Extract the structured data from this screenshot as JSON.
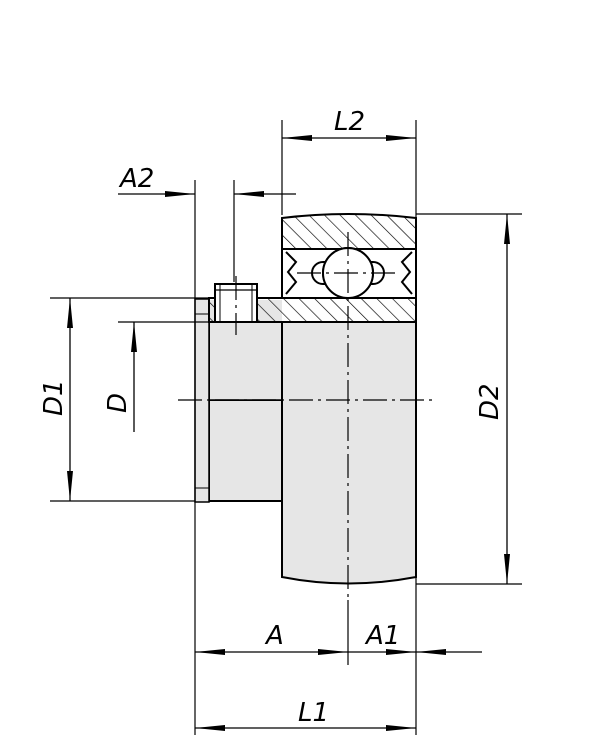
{
  "labels": {
    "L2": "L2",
    "A2": "A2",
    "D1": "D1",
    "D": "D",
    "D2": "D2",
    "A": "A",
    "A1": "A1",
    "L1": "L1"
  },
  "colors": {
    "ink": "#000000",
    "body_fill": "#e6e6e6",
    "background": "#ffffff"
  }
}
